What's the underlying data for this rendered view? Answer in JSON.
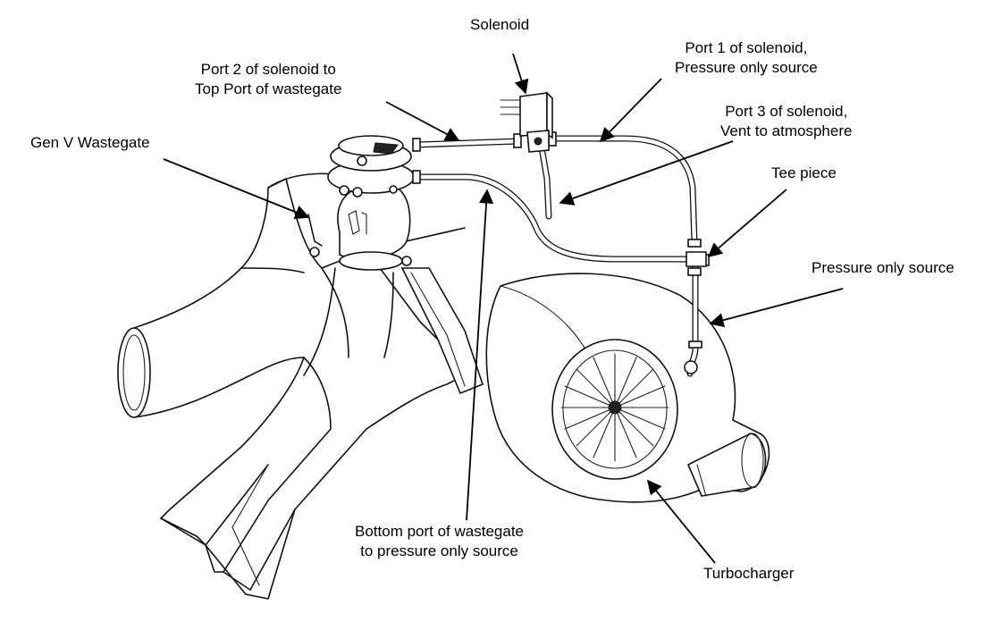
{
  "labels": {
    "solenoid": "Solenoid",
    "port1_line1": "Port 1 of solenoid,",
    "port1_line2": "Pressure only source",
    "port2_line1": "Port 2 of solenoid to",
    "port2_line2": "Top Port of wastegate",
    "port3_line1": "Port 3 of solenoid,",
    "port3_line2": "Vent to atmosphere",
    "gen_v_wastegate": "Gen V Wastegate",
    "tee_piece": "Tee piece",
    "pressure_only_source": "Pressure only source",
    "bottom_port_line1": "Bottom port of wastegate",
    "bottom_port_line2": "to pressure only source",
    "turbocharger": "Turbocharger"
  }
}
